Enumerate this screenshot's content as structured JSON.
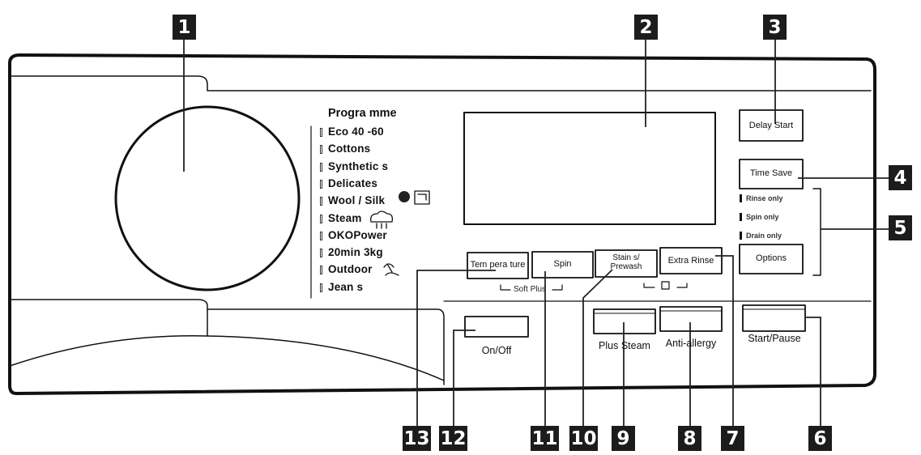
{
  "programme": {
    "heading": "Progra mme",
    "items": [
      "Eco 40 -60",
      "Cottons",
      "Synthetic s",
      "Delicates",
      "Wool / Silk",
      "Steam",
      "OKOPower",
      "20min 3kg",
      "Outdoor",
      "Jean s"
    ]
  },
  "buttons": {
    "delay_start": "Delay Start",
    "time_save": "Time Save",
    "options": "Options",
    "temperature": "Tem pera ture",
    "spin": "Spin",
    "stains_line1": "Stain s/",
    "stains_line2": "Prewash",
    "extra_rinse": "Extra Rinse",
    "plus_steam": "Plus Steam",
    "anti_allergy": "Anti-allergy",
    "start_pause": "Start/Pause",
    "on_off": "On/Off"
  },
  "option_leds": [
    "Rinse only",
    "Spin only",
    "Drain only"
  ],
  "soft_plus": "Soft Plus",
  "callouts": [
    "1",
    "2",
    "3",
    "4",
    "5",
    "6",
    "7",
    "8",
    "9",
    "10",
    "11",
    "12",
    "13"
  ],
  "colors": {
    "callout_bg": "#1c1c1c",
    "line": "#222222",
    "panel_stroke": "#111111"
  },
  "icons": [
    "wool-drop-icon",
    "hand-wash-icon",
    "steam-cloud-icon",
    "outdoor-icon",
    "child-lock-icon"
  ]
}
